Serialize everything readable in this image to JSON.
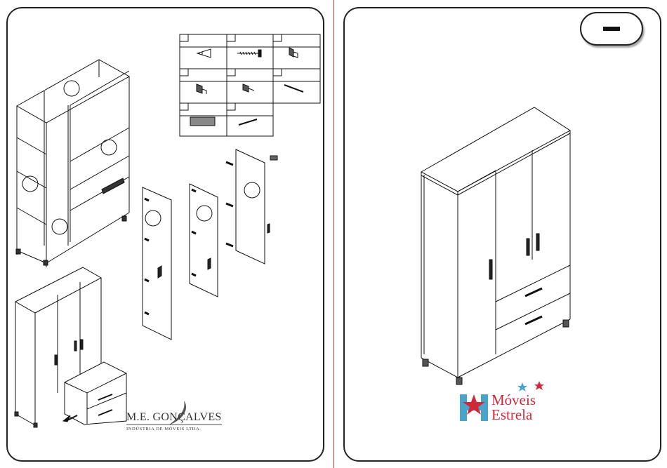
{
  "left_page": {
    "manufacturer": {
      "name": "M.E. GONÇALVES",
      "tagline": "INDÚSTRIA DE MÓVEIS LTDA."
    }
  },
  "right_page": {
    "page_badge": "",
    "logo": {
      "line1": "Móveis",
      "line2": "Estrela"
    }
  },
  "colors": {
    "border": "#222222",
    "divider": "#c0392b",
    "logo_red": "#d0283a",
    "logo_blue": "#4aa3c8"
  }
}
